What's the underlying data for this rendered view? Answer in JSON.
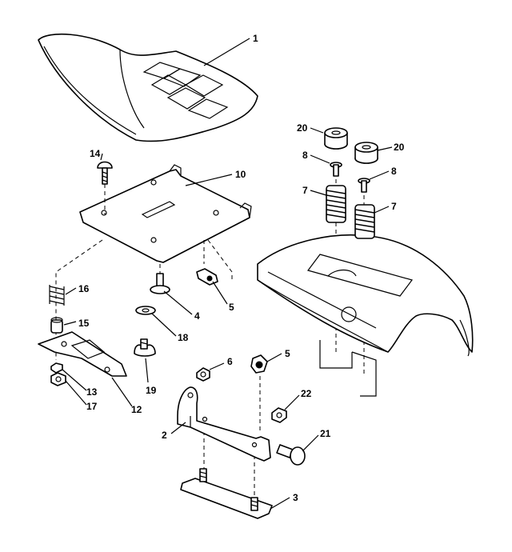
{
  "callouts": [
    {
      "id": "1"
    },
    {
      "id": "2"
    },
    {
      "id": "3"
    },
    {
      "id": "4"
    },
    {
      "id": "5"
    },
    {
      "id": "5"
    },
    {
      "id": "6"
    },
    {
      "id": "7"
    },
    {
      "id": "7"
    },
    {
      "id": "8"
    },
    {
      "id": "8"
    },
    {
      "id": "10"
    },
    {
      "id": "12"
    },
    {
      "id": "13"
    },
    {
      "id": "14"
    },
    {
      "id": "15"
    },
    {
      "id": "16"
    },
    {
      "id": "17"
    },
    {
      "id": "18"
    },
    {
      "id": "19"
    },
    {
      "id": "20"
    },
    {
      "id": "20"
    },
    {
      "id": "21"
    },
    {
      "id": "22"
    }
  ]
}
